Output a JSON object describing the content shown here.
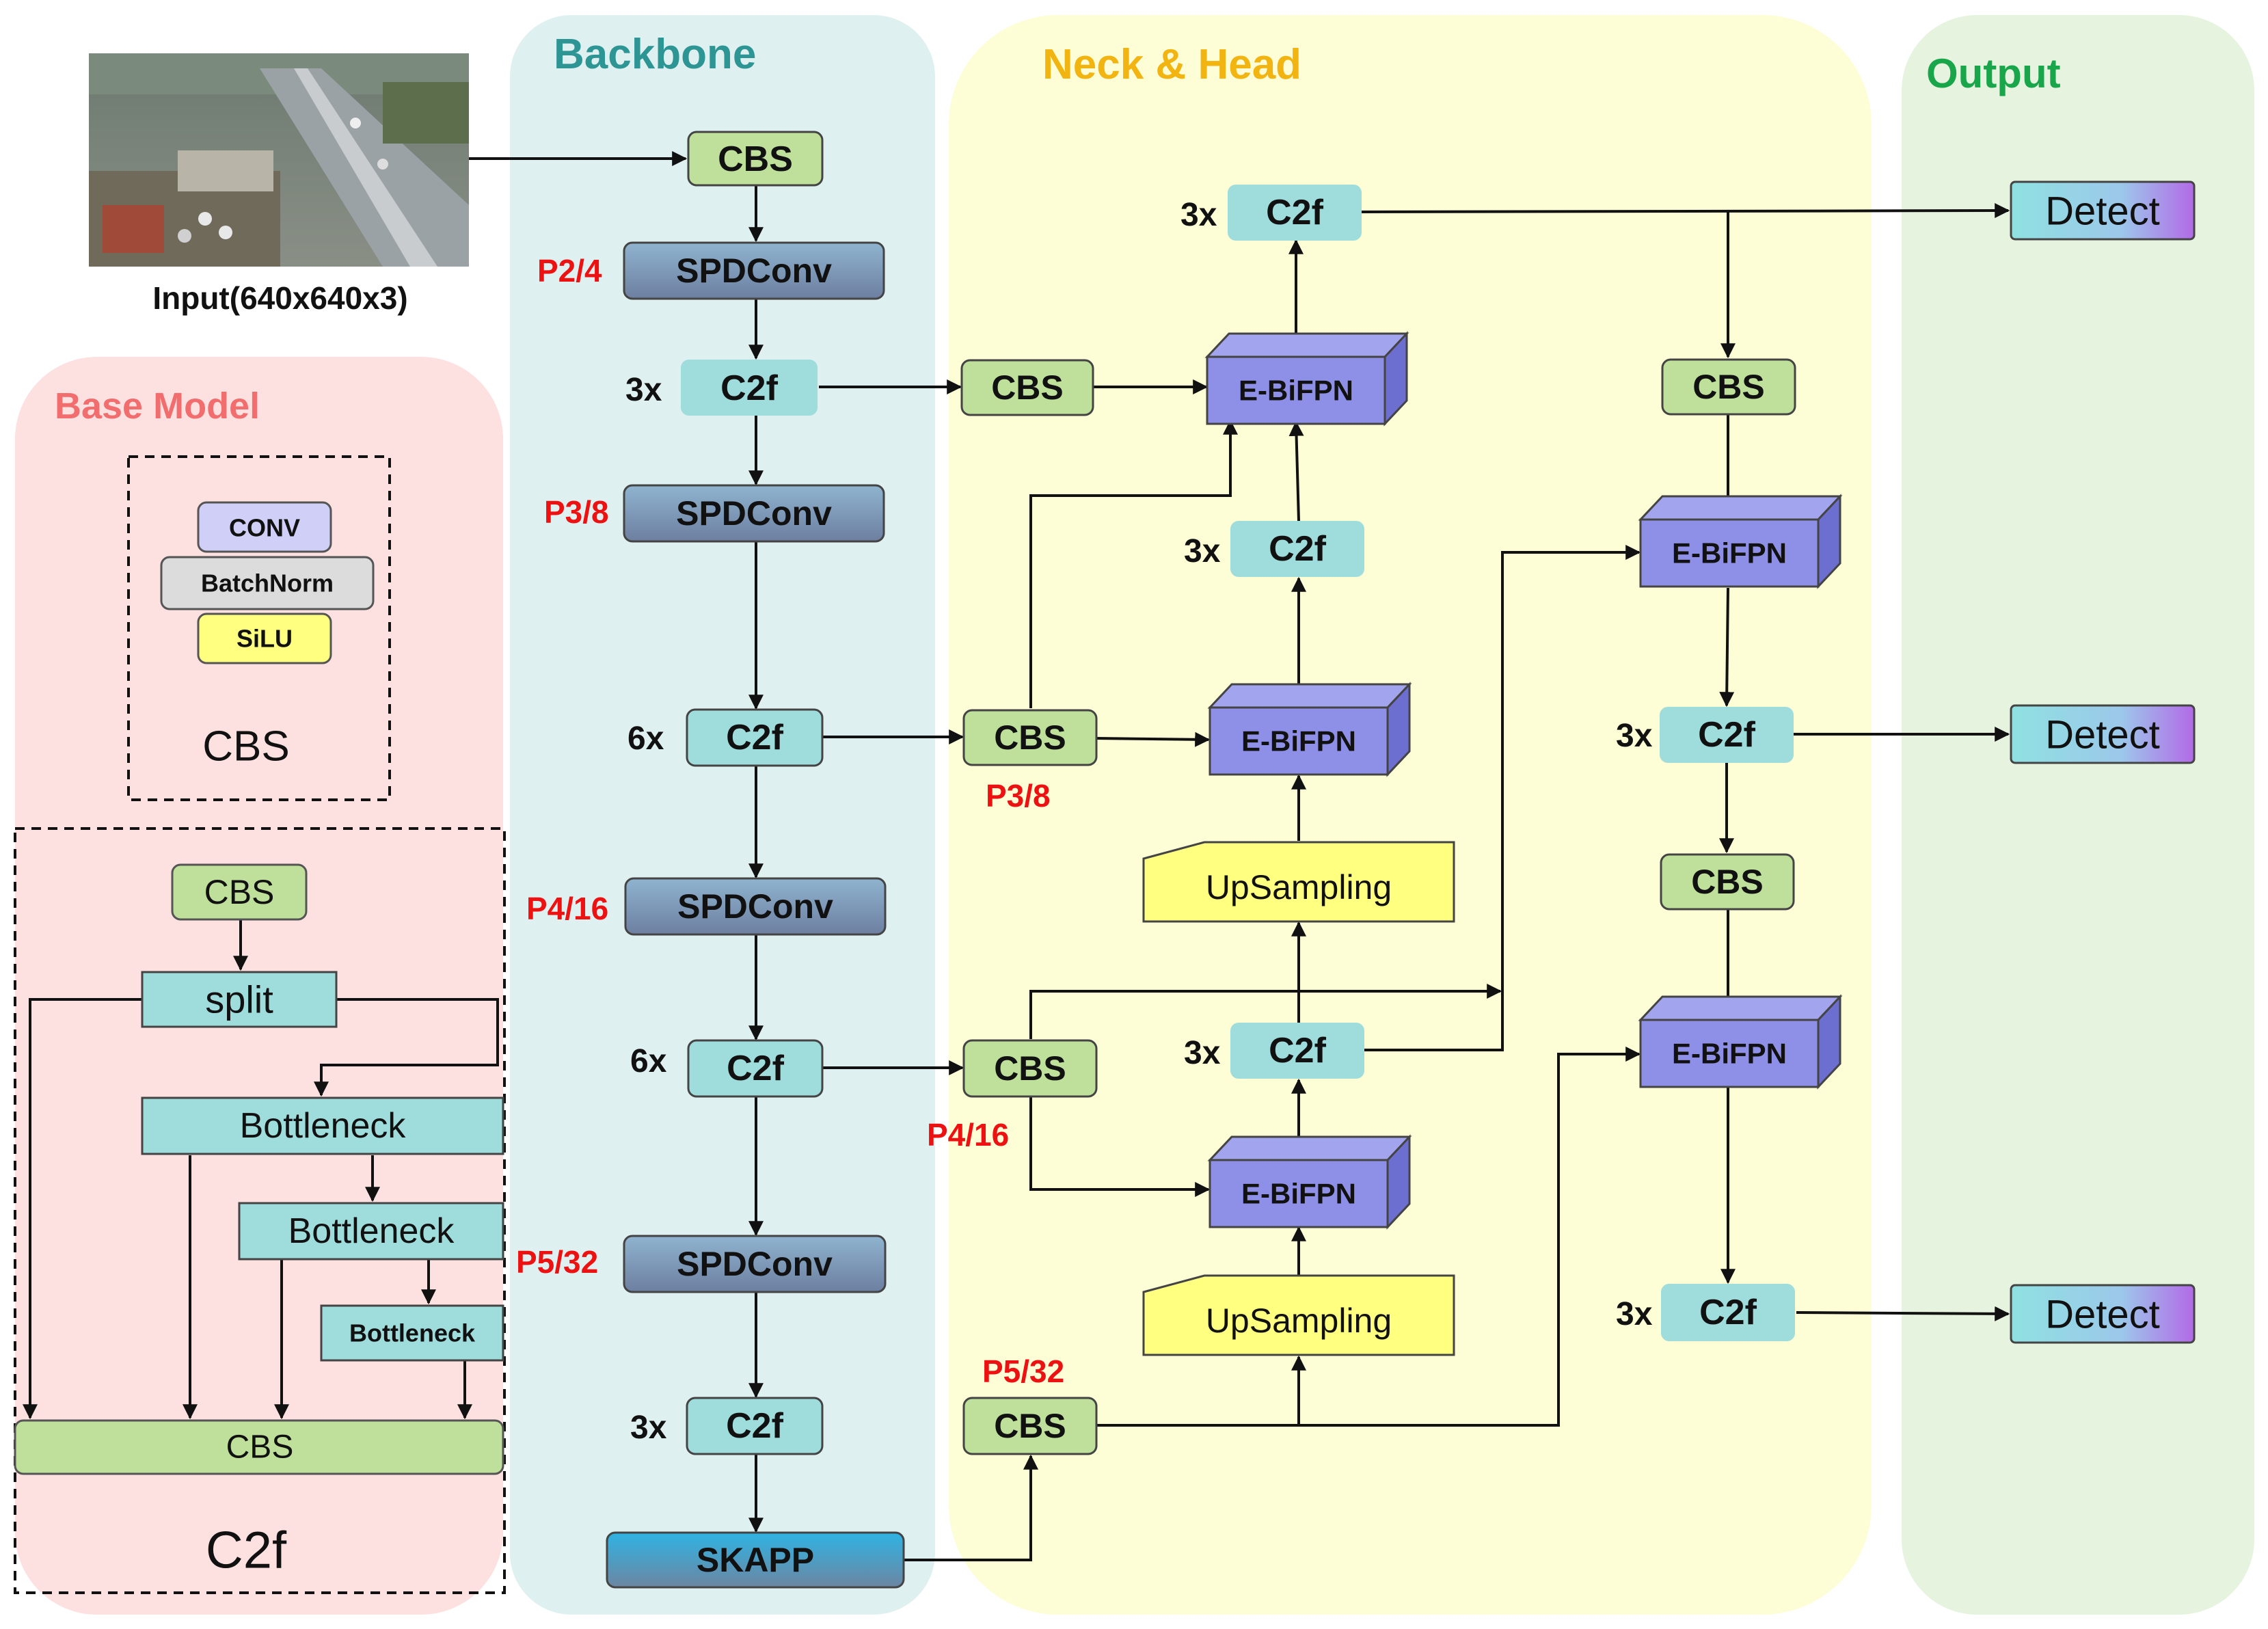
{
  "input_label": "Input(640x640x3)",
  "sections": {
    "backbone": "Backbone",
    "neck_head": "Neck & Head",
    "output": "Output",
    "base_model": "Base Model"
  },
  "legend": {
    "conv": "CONV",
    "batchnorm": "BatchNorm",
    "silu": "SiLU",
    "cbs_title": "CBS",
    "c2f_cbs": "CBS",
    "split": "split",
    "bottleneck": "Bottleneck",
    "c2f_final_cbs": "CBS",
    "c2f_title": "C2f"
  },
  "blocks": {
    "cbs": "CBS",
    "spdconv": "SPDConv",
    "c2f": "C2f",
    "skapp": "SKAPP",
    "ebifpn": "E-BiFPN",
    "upsampling": "UpSampling",
    "detect": "Detect"
  },
  "repeats": {
    "r3": "3x",
    "r6": "6x"
  },
  "scales": {
    "p2_4": "P2/4",
    "p3_8": "P3/8",
    "p4_16": "P4/16",
    "p5_32": "P5/32"
  },
  "colors": {
    "backbone_bg": "#dff0f0",
    "neck_bg": "#fdfdd6",
    "output_bg": "#e6f4df",
    "base_bg": "#fde0e0",
    "backbone_title": "#2e9595",
    "neck_title": "#f2b410",
    "output_title": "#19a64a",
    "base_title": "#f26d6d",
    "cbs_fill": "#bfe09a",
    "c2f_fill": "#9fdcdc",
    "spd_fill": "#7c97ad",
    "ebifpn_fill": "#8e8fe6",
    "upsampling_fill": "#ffff80",
    "detect_fill": "#9fd6e6",
    "scale_red": "#ee1111"
  }
}
